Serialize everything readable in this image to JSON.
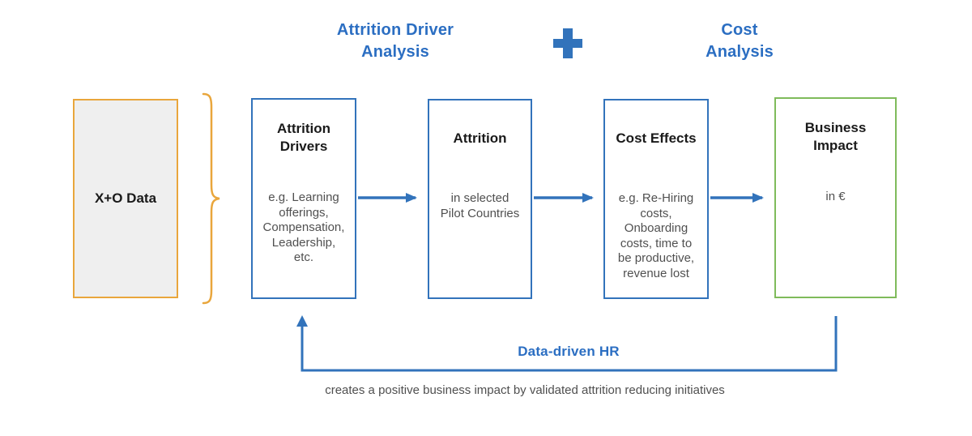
{
  "colors": {
    "blue": "#3273BB",
    "blue_text": "#2B6EC2",
    "orange": "#E9A63C",
    "green": "#7FBB5B",
    "gray_fill": "#EFEFEF",
    "title_text": "#1A1A1A",
    "body_text": "#505050"
  },
  "header": {
    "left_title": "Attrition Driver\nAnalysis",
    "plus_icon": "plus-icon",
    "right_title": "Cost\nAnalysis"
  },
  "source": {
    "label": "X+O Data"
  },
  "boxes": [
    {
      "title": "Attrition\nDrivers",
      "body": "e.g. Learning\nofferings,\nCompensation,\nLeadership,\netc."
    },
    {
      "title": "Attrition",
      "body": "in selected\nPilot Countries"
    },
    {
      "title": "Cost Effects",
      "body": "e.g. Re-Hiring\ncosts,\nOnboarding\ncosts, time to\nbe productive,\nrevenue lost"
    },
    {
      "title": "Business\nImpact",
      "body": "in €"
    }
  ],
  "feedback": {
    "label": "Data-driven HR",
    "caption": "creates a positive business impact by validated attrition reducing initiatives"
  }
}
